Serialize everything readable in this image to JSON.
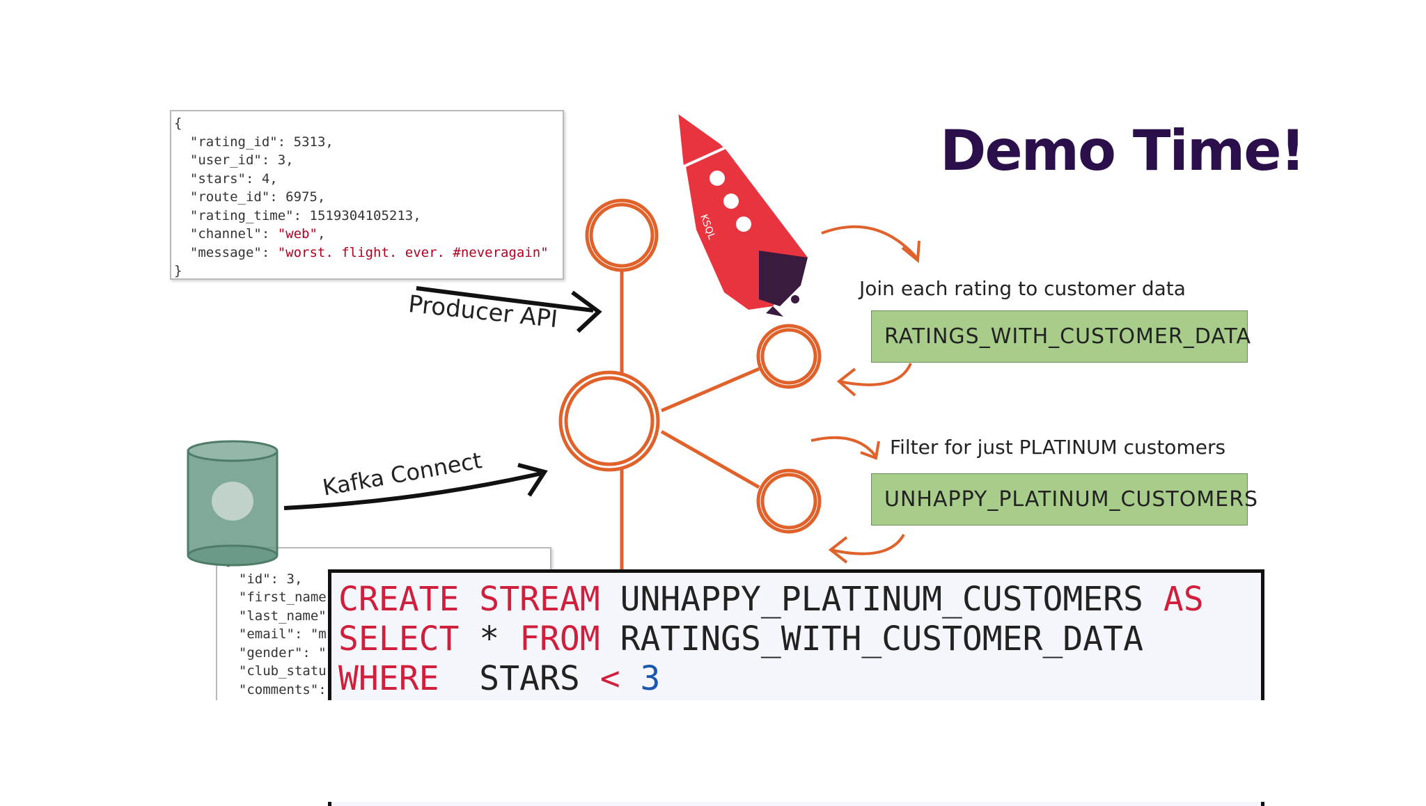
{
  "title": "Demo Time!",
  "rating_json": {
    "open": "{",
    "lines": [
      {
        "key": "\"rating_id\"",
        "value": "5313,",
        "kind": "num"
      },
      {
        "key": "\"user_id\"",
        "value": "3,",
        "kind": "num"
      },
      {
        "key": "\"stars\"",
        "value": "4,",
        "kind": "num"
      },
      {
        "key": "\"route_id\"",
        "value": "6975,",
        "kind": "num"
      },
      {
        "key": "\"rating_time\"",
        "value": "1519304105213,",
        "kind": "num"
      },
      {
        "key": "\"channel\"",
        "value": "\"web\"",
        "kind": "str",
        "trail": ","
      },
      {
        "key": "\"message\"",
        "value": "\"worst. flight. ever. #neveragain\"",
        "kind": "str",
        "trail": ""
      }
    ],
    "close": "}"
  },
  "customer_json": {
    "open": "{",
    "lines": [
      {
        "text": "\"id\": 3,"
      },
      {
        "text": "\"first_name"
      },
      {
        "text": "\"last_name\""
      },
      {
        "text": "\"email\": \"m"
      },
      {
        "text": "\"gender\": \""
      },
      {
        "text": "\"club_statu"
      },
      {
        "text": "\"comments\":"
      }
    ]
  },
  "labels": {
    "producer_api": "Producer API",
    "kafka_connect": "Kafka Connect",
    "ksql": "KSQL",
    "join_caption": "Join each rating to customer data",
    "filter_caption": "Filter for just PLATINUM customers"
  },
  "topics": {
    "ratings_with_customer": "RATINGS_WITH_CUSTOMER_DATA",
    "unhappy_platinum": "UNHAPPY_PLATINUM_CUSTOMERS"
  },
  "code": {
    "line1": {
      "kw1": "CREATE",
      "kw2": "STREAM",
      "id": "UNHAPPY_PLATINUM_CUSTOMERS",
      "kw3": "AS"
    },
    "line2": {
      "kw1": "SELECT",
      "star": "*",
      "kw2": "FROM",
      "id": "RATINGS_WITH_CUSTOMER_DATA"
    },
    "line3": {
      "kw1": "WHERE",
      "id": "STARS",
      "op": "<",
      "num": "3"
    }
  },
  "colors": {
    "title": "#2a0f4a",
    "topic_box": "#a8cd8a",
    "node_stroke": "#e0622a",
    "rocket": "#e8343f",
    "keyword": "#d01f3c",
    "number": "#1a58b0"
  },
  "icons": [
    "rocket-icon",
    "database-icon",
    "kafka-graph-icon",
    "arrow-icon"
  ]
}
